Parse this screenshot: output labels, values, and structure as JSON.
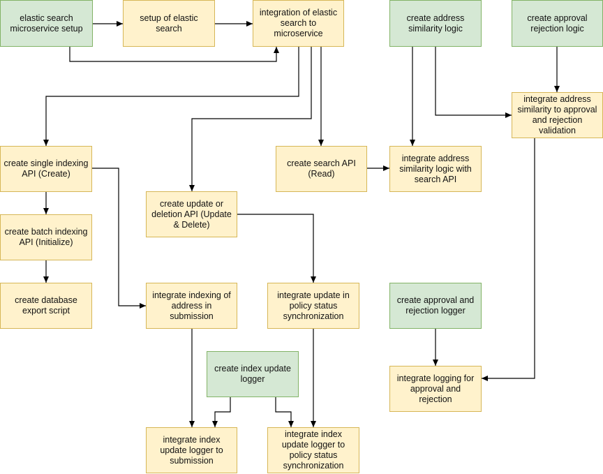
{
  "nodes": {
    "es_ms_setup": {
      "label": "elastic search microservice setup",
      "color": "green"
    },
    "setup_es": {
      "label": "setup of elastic search",
      "color": "yellow"
    },
    "integration_es": {
      "label": "integration of elastic search to microservice",
      "color": "yellow"
    },
    "addr_similarity": {
      "label": "create address similarity logic",
      "color": "green"
    },
    "approval_rejection": {
      "label": "create approval rejection logic",
      "color": "green"
    },
    "integrate_addr_approval": {
      "label": "integrate address similarity to approval and rejection validation",
      "color": "yellow"
    },
    "single_index_api": {
      "label": "create single indexing API (Create)",
      "color": "yellow"
    },
    "search_api": {
      "label": "create search API (Read)",
      "color": "yellow"
    },
    "integrate_addr_search": {
      "label": "integrate address similarity logic with search API",
      "color": "yellow"
    },
    "update_delete_api": {
      "label": "create update or deletion API (Update & Delete)",
      "color": "yellow"
    },
    "batch_index_api": {
      "label": "create batch indexing API (Initialize)",
      "color": "yellow"
    },
    "db_export": {
      "label": "create database export script",
      "color": "yellow"
    },
    "integrate_index_submission": {
      "label": "integrate indexing of address in submission",
      "color": "yellow"
    },
    "integrate_update_policy": {
      "label": "integrate update in policy status synchronization",
      "color": "yellow"
    },
    "approval_logger": {
      "label": "create approval and rejection logger",
      "color": "green"
    },
    "index_update_logger": {
      "label": "create index update logger",
      "color": "green"
    },
    "integrate_logging_approval": {
      "label": "integrate logging for approval and rejection",
      "color": "yellow"
    },
    "logger_submission": {
      "label": "integrate index update logger to submission",
      "color": "yellow"
    },
    "logger_policy": {
      "label": "integrate index update logger to policy status synchronization",
      "color": "yellow"
    }
  },
  "edges": [
    {
      "from": "es_ms_setup",
      "to": "setup_es"
    },
    {
      "from": "setup_es",
      "to": "integration_es"
    },
    {
      "from": "es_ms_setup",
      "to": "integration_es"
    },
    {
      "from": "integration_es",
      "to": "single_index_api"
    },
    {
      "from": "integration_es",
      "to": "update_delete_api"
    },
    {
      "from": "integration_es",
      "to": "search_api"
    },
    {
      "from": "search_api",
      "to": "integrate_addr_search"
    },
    {
      "from": "addr_similarity",
      "to": "integrate_addr_search"
    },
    {
      "from": "addr_similarity",
      "to": "integrate_addr_approval"
    },
    {
      "from": "approval_rejection",
      "to": "integrate_addr_approval"
    },
    {
      "from": "integrate_addr_approval",
      "to": "integrate_logging_approval"
    },
    {
      "from": "single_index_api",
      "to": "batch_index_api"
    },
    {
      "from": "batch_index_api",
      "to": "db_export"
    },
    {
      "from": "single_index_api",
      "to": "integrate_index_submission"
    },
    {
      "from": "update_delete_api",
      "to": "integrate_update_policy"
    },
    {
      "from": "approval_logger",
      "to": "integrate_logging_approval"
    },
    {
      "from": "integrate_index_submission",
      "to": "logger_submission"
    },
    {
      "from": "index_update_logger",
      "to": "logger_submission"
    },
    {
      "from": "index_update_logger",
      "to": "logger_policy"
    },
    {
      "from": "integrate_update_policy",
      "to": "logger_policy"
    }
  ]
}
